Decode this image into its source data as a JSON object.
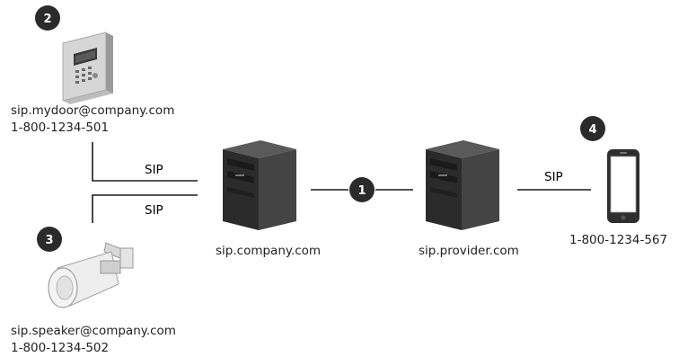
{
  "door_station": {
    "number": "2",
    "address": "sip.mydoor@company.com",
    "phone": "1-800-1234-501"
  },
  "speaker": {
    "number": "3",
    "address": "sip.speaker@company.com",
    "phone": "1-800-1234-502"
  },
  "company_server": {
    "label": "sip.company.com"
  },
  "trunk": {
    "number": "1"
  },
  "provider_server": {
    "label": "sip.provider.com"
  },
  "phone": {
    "number": "4",
    "phone": "1-800-1234-567"
  },
  "links": {
    "door_label": "SIP",
    "speaker_label": "SIP",
    "phone_label": "SIP"
  },
  "colors": {
    "badge": "#2b2b2b",
    "line": "#1a1a1a",
    "server_body": "#3a3a3a",
    "server_front": "#262626"
  }
}
